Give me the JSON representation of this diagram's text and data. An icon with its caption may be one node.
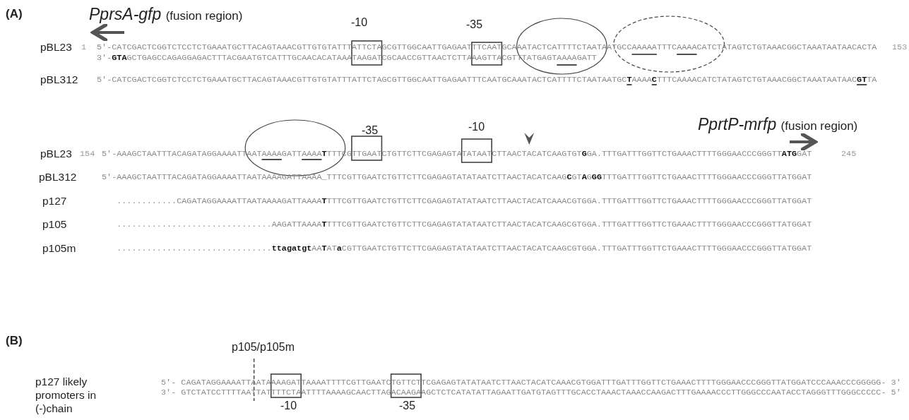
{
  "diagram": {
    "labels": [
      "(A)",
      "PprsA-gfp (fusion region)",
      "-10",
      "-35",
      "pBL23",
      "1",
      "5'-CATCGACTCGGTCTCCTCTGAAATGCTTACAGTAAACGTTGTGTATTTATTCTAGCGTTGGCAATTGAGAATTTCAATGCAAATACTCATTTTCTAATAATGCCAAAAATTTCAAAACATCTATAGTCTGTAAACGGCTAAATAATAACACTA",
      "3'-**GTA**GCTGAGCCAGAGGAGACTTTACGAATGTCATTTGCAACACATAAATAAGATCGCAACCGTTAACTCTTAAAGTTACGTTTATGAGTAAAAGATT",
      "153",
      "pBL312",
      "5'-CATCGACTCGGTCTCCTCTGAAATGCTTACAGTAAACGTTGTGTATTTATTCTAGCGTTGGCAATTGAGAATTTCAATGCAAATACTCATTTTCTAATAATGC**T**AAAA**C**TTTCAAAACATCTATAGTCTGTAAACGGCTAAATAATAAC**GT**TA",
      "-35",
      "-10",
      "PprtP-mrfp (fusion region)",
      "pBL23",
      "154",
      "5'-AAAGCTAATTTACAGATAGGAAAATTAATAAAAGATTAAAA**T**TTTCGTTGAATCTGTTCTTCGAGAGTATATAATCTTAACTACATCAAGTGT**G**GA.TTTGATTTGGTTCTGAAACTTTTGGGAACCCGGGTT**ATG**GAT",
      "245",
      "pBL312",
      "5'-AAAGCTAATTTACAGATAGGAAAATTAATAAAAGATTAAAA_TTTCGTTGAATCTGTTCTTCGAGAGTATATAATCTTAACTACATCAAG**C**GT**A**G**GG**TTTGATTTGGTTCTGAAACTTTTGGGAACCCGGGTTATGGAT",
      "p127",
      "............CAGATAGGAAAATTAATAAAAGATTAAAA**T**TTTCGTTGAATCTGTTCTTCGAGAGTATATAATCTTAACTACATCAAACGTGGA.TTTGATTTGGTTCTGAAACTTTTGGGAACCCGGGTTATGGAT",
      "p105",
      "...............................AAGATTAAAA**T**TTTCGTTGAATCTGTTCTTCGAGAGTATATAATCTTAACTACATCAAGCGTGGA.TTTGATTTGGTTCTGAAACTTTTGGGAACCCGGGTTATGGAT",
      "p105m",
      "...............................**ttagatgt**AA**T**AT**a**CGTTGAATCTGTTCTTCGAGAGTATATAATCTTAACTACATCAAGCGTGGA.TTTGATTTGGTTCTGAAACTTTTGGGAACCCGGGTTATGGAT",
      "(B)",
      "p105/p105m",
      "p127 likely promoters in (-)chain",
      "5'- CAGATAGGAAAATTAATAAAAGATTAAAATTTTCGTTGAATCTGTTCTTCGAGAGTATATAATCTTAACTACATCAAACGTGGATTTGATTTGGTTCTGAAACTTTTGGGAACCCGGGTTATGGATCCCAAACCCGGGGG- 3'",
      "3'- GTCTATCCTTTTAATTATTTTCTAATTTTAAAAGCAACTTAGACAAGAAGCTCTCATATATTAGAATTGATGTAGTTTGCACCTAAACTAAACCAAGACTTTGAAAACCCTTGGGCCCAATACCTAGGGTTTGGGCCCCC- 5'",
      "-10",
      "-35"
    ]
  }
}
